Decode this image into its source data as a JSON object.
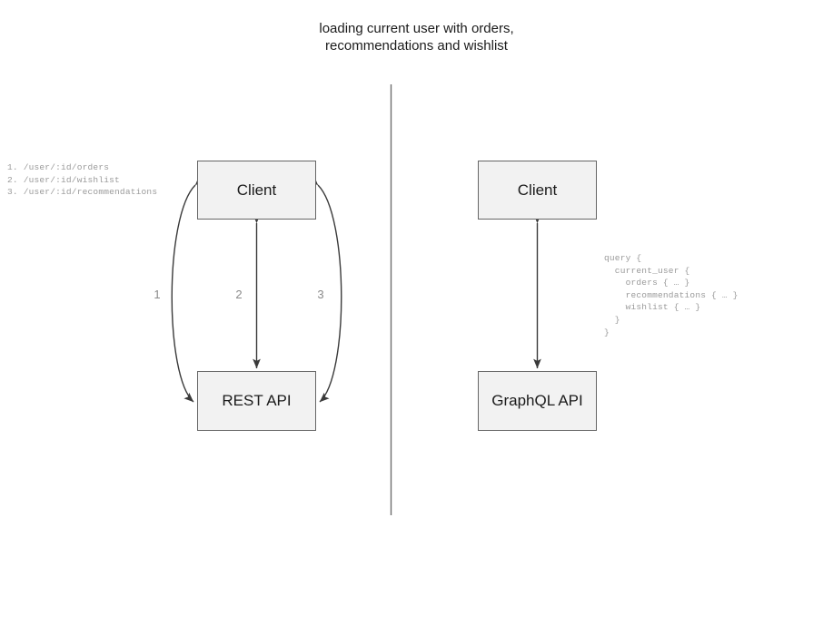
{
  "title": "loading current user with orders,\nrecommendations and wishlist",
  "divider": {
    "orientation": "vertical",
    "color": "#6e6e6e"
  },
  "rest_side": {
    "client_label": "Client",
    "api_label": "REST API",
    "endpoints": "1. /user/:id/orders\n2. /user/:id/wishlist\n3. /user/:id/recommendations",
    "edge_labels": [
      "1",
      "2",
      "3"
    ]
  },
  "graphql_side": {
    "client_label": "Client",
    "api_label": "GraphQL API",
    "query": "query {\n  current_user {\n    orders { … }\n    recommendations { … }\n    wishlist { … }\n  }\n}"
  },
  "colors": {
    "box_fill": "#f2f2f2",
    "box_border": "#666666",
    "text": "#1b1b1b",
    "muted_text": "#9a9a9a",
    "edge": "#3a3a3a"
  }
}
